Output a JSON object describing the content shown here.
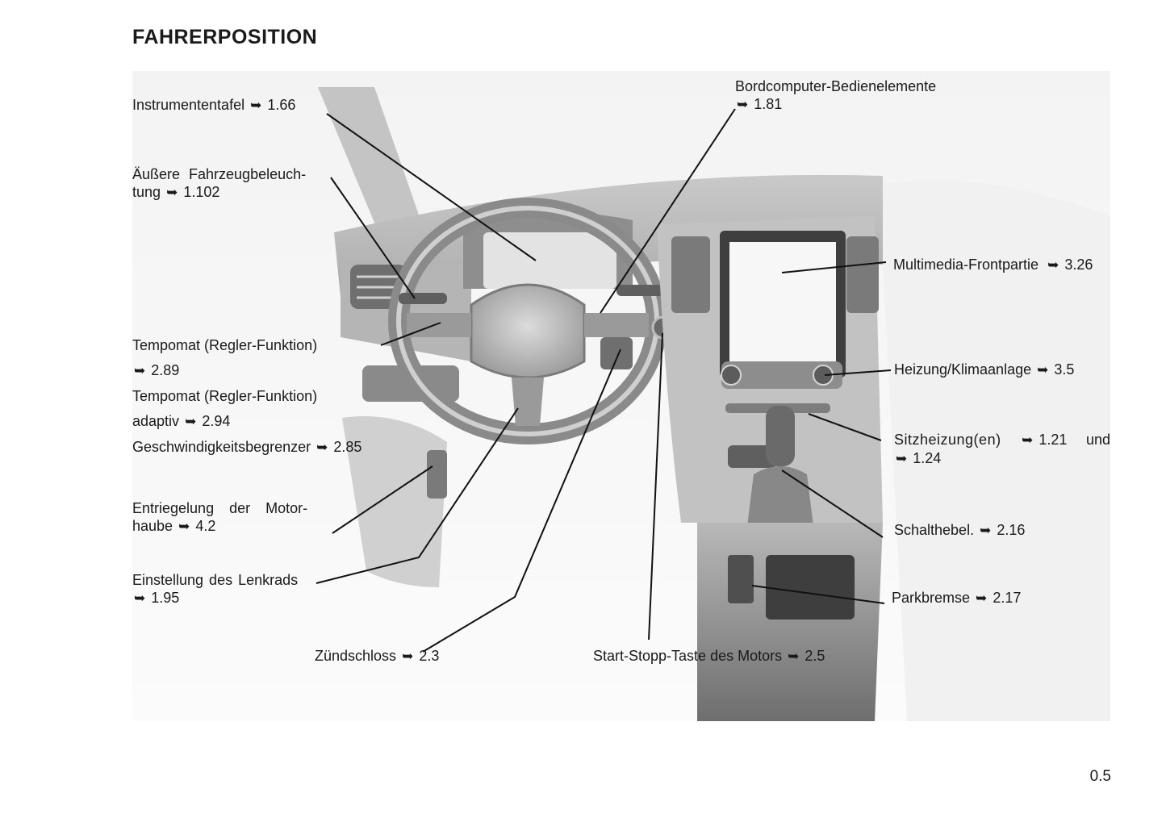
{
  "page": {
    "title": "FAHRERPOSITION",
    "page_number": "0.5",
    "figure_id": "48106"
  },
  "callouts": {
    "instrumententafel": {
      "text": "Instrumententafel",
      "ref": "1.66"
    },
    "aussere_beleuchtung": {
      "line1": "Äußere Fahrzeugbeleuch-",
      "line2": "tung",
      "ref": "1.102"
    },
    "tempomat": {
      "text": "Tempomat (Regler-Funktion)",
      "ref": "2.89"
    },
    "tempomat_adaptiv": {
      "line1": "Tempomat (Regler-Funktion)",
      "line2": "adaptiv",
      "ref": "2.94"
    },
    "begrenzer": {
      "text": "Geschwindigkeitsbegrenzer",
      "ref": "2.85"
    },
    "motorhaube": {
      "line1": "Entriegelung der Motor-",
      "line2": "haube",
      "ref": "4.2"
    },
    "lenkrad": {
      "line1": "Einstellung des Lenkrads",
      "ref": "1.95"
    },
    "zuendschloss": {
      "text": "Zündschloss",
      "ref": "2.3"
    },
    "start_stopp": {
      "text": "Start-Stopp-Taste des Motors",
      "ref": "2.5"
    },
    "bordcomputer": {
      "line1": "Bordcomputer-Bedienelemente",
      "ref": "1.81"
    },
    "multimedia": {
      "text": "Multimedia-Frontpartie",
      "ref": "3.26"
    },
    "heizung": {
      "text": "Heizung/Klimaanlage",
      "ref": "3.5"
    },
    "sitzheizung": {
      "line1a": "Sitzheizung(en)",
      "ref1": "1.21",
      "and": "und",
      "ref2": "1.24"
    },
    "schalthebel": {
      "text": "Schalthebel.",
      "ref": "2.16"
    },
    "parkbremse": {
      "text": "Parkbremse",
      "ref": "2.17"
    }
  },
  "glyphs": {
    "arrow": "➥"
  }
}
